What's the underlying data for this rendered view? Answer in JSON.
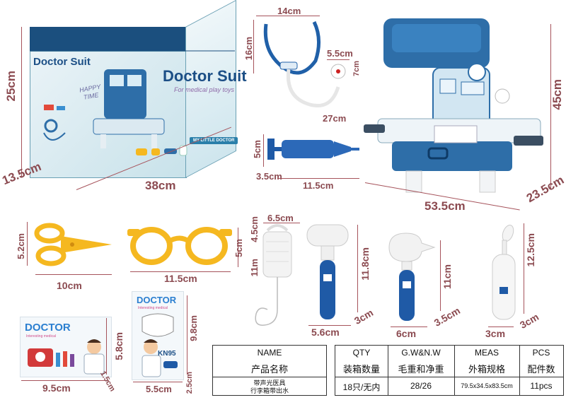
{
  "box": {
    "brand": "Doctor Suit",
    "brand_side": "Doctor Suit",
    "tagline": "For medical play toys",
    "badge_happy": "HAPPY",
    "badge_time": "TIME",
    "ribbon": "MY LITTLE DOCTOR",
    "dims": {
      "height": "25cm",
      "depth": "13.5cm",
      "width": "38cm"
    }
  },
  "stethoscope": {
    "width": "14cm",
    "height": "16cm",
    "head": "5.5cm",
    "head_h": "7cm",
    "tube": "27cm"
  },
  "syringe": {
    "height": "5cm",
    "tip": "3.5cm",
    "length": "11.5cm"
  },
  "playset": {
    "height": "45cm",
    "depth": "23.5cm",
    "width": "53.5cm"
  },
  "scissors": {
    "height": "5.2cm",
    "width": "10cm"
  },
  "glasses": {
    "height": "5cm",
    "width": "11.5cm"
  },
  "iv_bag": {
    "width": "6.5cm",
    "height": "4.5cm",
    "tube": "11m"
  },
  "hammer": {
    "height": "11.8cm",
    "width": "5.6cm",
    "depth": "3cm"
  },
  "otoscope": {
    "height": "11cm",
    "width": "6cm",
    "depth": "3.5cm"
  },
  "thermo": {
    "height": "12.5cm",
    "width": "3cm",
    "depth": "3cm"
  },
  "card_doctor": {
    "title": "DOCTOR",
    "subtitle": "Interesting medical",
    "width": "9.5cm",
    "height": "5.8cm",
    "depth": "1.5cm"
  },
  "card_mask": {
    "title": "DOCTOR",
    "subtitle": "Interesting medical",
    "mask_label": "KN95",
    "width": "5.5cm",
    "height": "9.8cm",
    "depth": "2.5cm"
  },
  "table": {
    "name_en": "NAME",
    "name_cn": "产品名称",
    "product_line1": "带声光医具",
    "product_line2": "行李箱带出水",
    "columns": [
      {
        "en": "QTY",
        "cn": "装箱数量",
        "value": "18只/无内"
      },
      {
        "en": "G.W&N.W",
        "cn": "毛重和净重",
        "value": "28/26"
      },
      {
        "en": "MEAS",
        "cn": "外箱规格",
        "value": "79.5x34.5x83.5cm"
      },
      {
        "en": "PCS",
        "cn": "配件数",
        "value": "11pcs"
      }
    ]
  },
  "colors": {
    "dim": "#8b4a50",
    "navy": "#1c4f86",
    "yellow": "#f5b820",
    "accent": "#2a7faa"
  }
}
